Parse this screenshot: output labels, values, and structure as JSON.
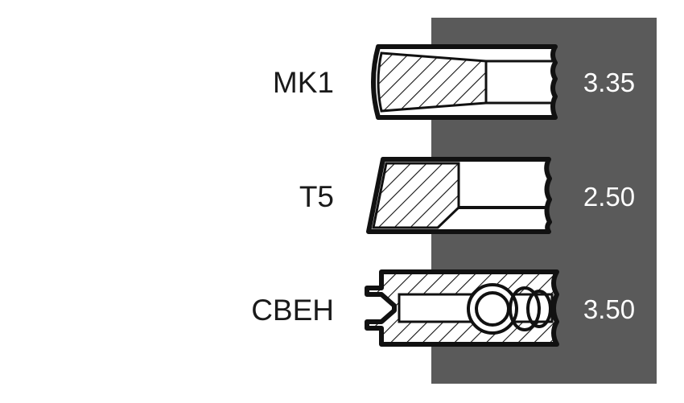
{
  "rings": [
    {
      "label": "MK1",
      "value": "3.35"
    },
    {
      "label": "T5",
      "value": "2.50"
    },
    {
      "label": "CBEH",
      "value": "3.50"
    }
  ],
  "colors": {
    "panel": "#5a5a5a",
    "outline": "#111111",
    "label_text": "#1a1a1a",
    "value_text": "#ffffff"
  }
}
